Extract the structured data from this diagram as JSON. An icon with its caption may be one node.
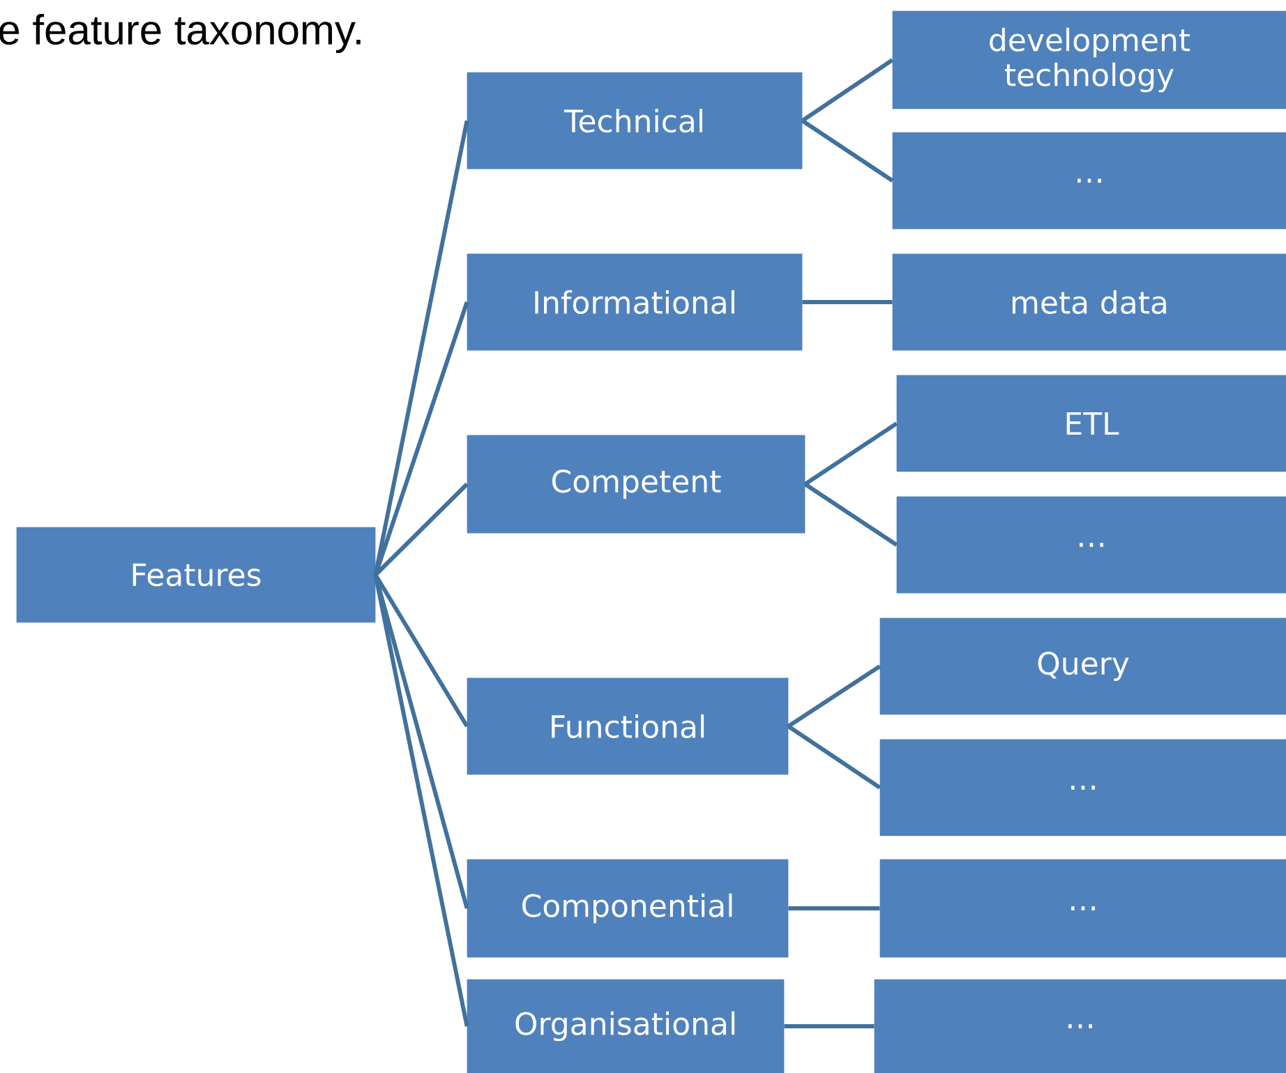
{
  "diagram": {
    "title": "e feature taxonomy.",
    "nodes": [
      {
        "text": [
          "Features"
        ]
      },
      {
        "text": [
          "Technical"
        ]
      },
      {
        "text": [
          "Informational"
        ]
      },
      {
        "text": [
          "Competent"
        ]
      },
      {
        "text": [
          "Functional"
        ]
      },
      {
        "text": [
          "Componential"
        ]
      },
      {
        "text": [
          "Organisational"
        ]
      },
      {
        "text": [
          "development technology"
        ]
      },
      {
        "text": [
          "…"
        ]
      },
      {
        "text": [
          "meta data"
        ]
      },
      {
        "text": [
          "ETL"
        ]
      },
      {
        "text": [
          "…"
        ]
      },
      {
        "text": [
          "Query"
        ]
      },
      {
        "text": [
          "…"
        ]
      },
      {
        "text": [
          "…"
        ]
      },
      {
        "text": [
          "…"
        ]
      }
    ],
    "edges": [
      {
        "from": 0,
        "to": 1,
        "arrow": "none"
      },
      {
        "from": 0,
        "to": 2,
        "arrow": "none"
      },
      {
        "from": 0,
        "to": 3,
        "arrow": "none"
      },
      {
        "from": 0,
        "to": 4,
        "arrow": "none"
      },
      {
        "from": 0,
        "to": 5,
        "arrow": "none"
      },
      {
        "from": 0,
        "to": 6,
        "arrow": "none"
      },
      {
        "from": 1,
        "to": 7,
        "arrow": "none"
      },
      {
        "from": 1,
        "to": 8,
        "arrow": "none"
      },
      {
        "from": 2,
        "to": 9,
        "arrow": "none"
      },
      {
        "from": 3,
        "to": 10,
        "arrow": "none"
      },
      {
        "from": 3,
        "to": 11,
        "arrow": "none"
      },
      {
        "from": 4,
        "to": 12,
        "arrow": "none"
      },
      {
        "from": 4,
        "to": 13,
        "arrow": "none"
      },
      {
        "from": 5,
        "to": 14,
        "arrow": "none"
      },
      {
        "from": 6,
        "to": 15,
        "arrow": "none"
      }
    ]
  }
}
